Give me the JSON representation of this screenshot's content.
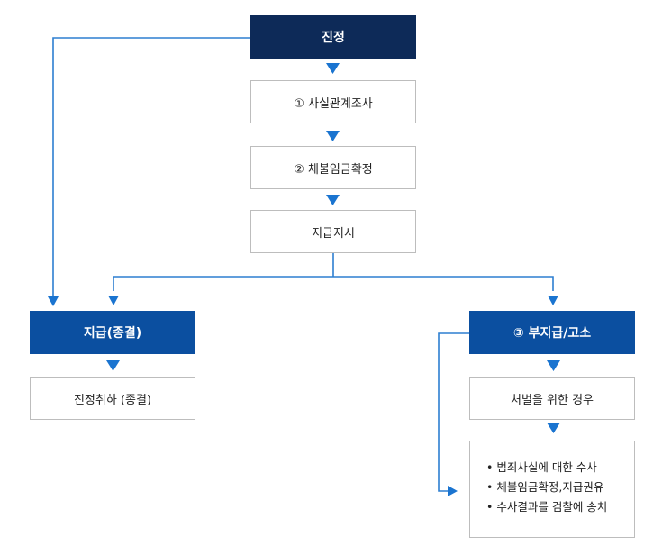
{
  "flow": {
    "petition": "진정",
    "step1": "① 사실관계조사",
    "step2": "② 체불임금확정",
    "order": "지급지시",
    "paid": "지급(종결)",
    "withdraw": "진정취하 (종결)",
    "unpaid": "③ 부지급/고소",
    "punish": "처벌을 위한 경우",
    "actions": [
      "• 범죄사실에 대한 수사",
      "• 체불임금확정,지급권유",
      "• 수사결과를 검찰에 송치"
    ]
  },
  "colors": {
    "dark": "#0d2a58",
    "blue": "#0b4fa0",
    "line": "#2d7fd1",
    "arrow": "#1a74d0"
  }
}
